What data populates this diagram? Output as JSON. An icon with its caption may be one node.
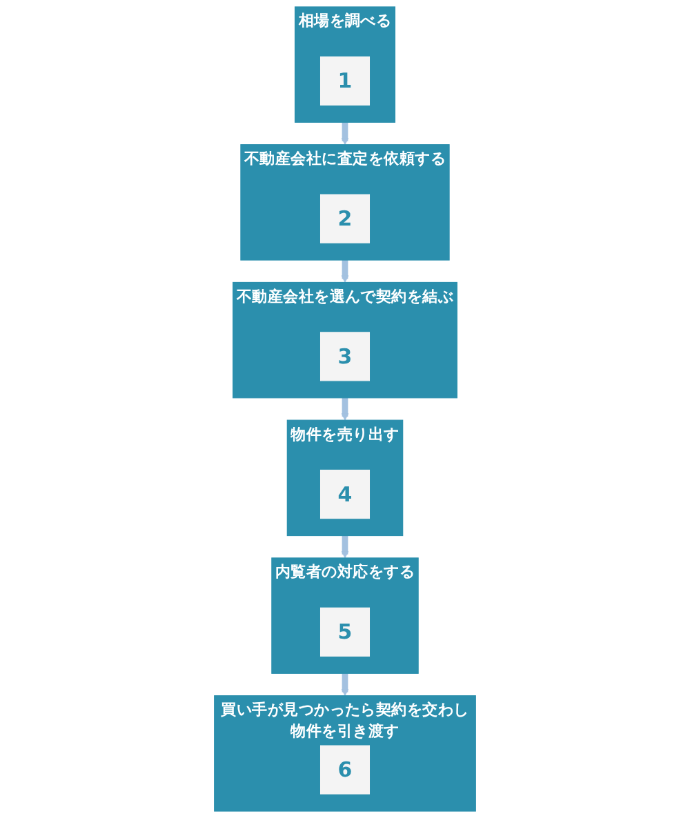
{
  "diagram": {
    "nodes": [
      {
        "text": [
          "相場を調べる"
        ]
      },
      {
        "text": [
          "1"
        ],
        "in": 0
      },
      {
        "text": [
          "不動産会社に査定を依頼する"
        ]
      },
      {
        "text": [
          "2"
        ],
        "in": 2
      },
      {
        "text": [
          "不動産会社を選んで契約を結ぶ"
        ]
      },
      {
        "text": [
          "3"
        ],
        "in": 4
      },
      {
        "text": [
          "物件を売り出す"
        ]
      },
      {
        "text": [
          "4"
        ],
        "in": 6
      },
      {
        "text": [
          "内覧者の対応をする"
        ]
      },
      {
        "text": [
          "5"
        ],
        "in": 8
      },
      {
        "text": [
          "買い手が見つかったら契約を交わし物件を引き渡す"
        ]
      },
      {
        "text": [
          "6"
        ],
        "in": 10
      }
    ],
    "edges": [
      {
        "from": 0,
        "to": 2,
        "arrow": "to"
      },
      {
        "from": 2,
        "to": 4,
        "arrow": "to"
      },
      {
        "from": 4,
        "to": 6,
        "arrow": "to"
      },
      {
        "from": 6,
        "to": 8,
        "arrow": "to"
      },
      {
        "from": 8,
        "to": 10,
        "arrow": "to"
      }
    ]
  }
}
